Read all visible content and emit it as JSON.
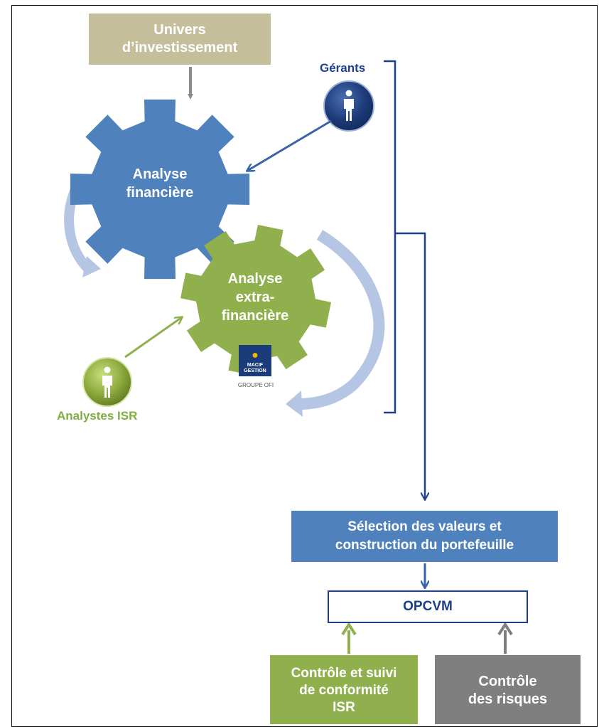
{
  "colors": {
    "tan": "#c5be9b",
    "blue": "#4f81bd",
    "green": "#8fb04c",
    "green_text": "#7faf3f",
    "navy": "#1f3f8a",
    "gray": "#7f7f7f",
    "arrow_light": "#b4c6e3"
  },
  "univers": {
    "label": "Univers\nd’investissement"
  },
  "gerants": {
    "label": "Gérants",
    "icon": "person-icon"
  },
  "analystes": {
    "label": "Analystes ISR",
    "icon": "person-icon"
  },
  "gear_financial": {
    "label": "Analyse\nfinancière"
  },
  "gear_extra": {
    "label": "Analyse\nextra-\nfinancière"
  },
  "logo": {
    "line1": "MACIF",
    "line2": "GESTION",
    "sub": "GROUPE OFI"
  },
  "selection": {
    "label": "Sélection des valeurs et\nconstruction du portefeuille"
  },
  "opcvm": {
    "label": "OPCVM"
  },
  "controle_isr": {
    "label": "Contrôle et suivi\nde conformité\nISR"
  },
  "controle_risques": {
    "label": "Contrôle\ndes risques"
  }
}
